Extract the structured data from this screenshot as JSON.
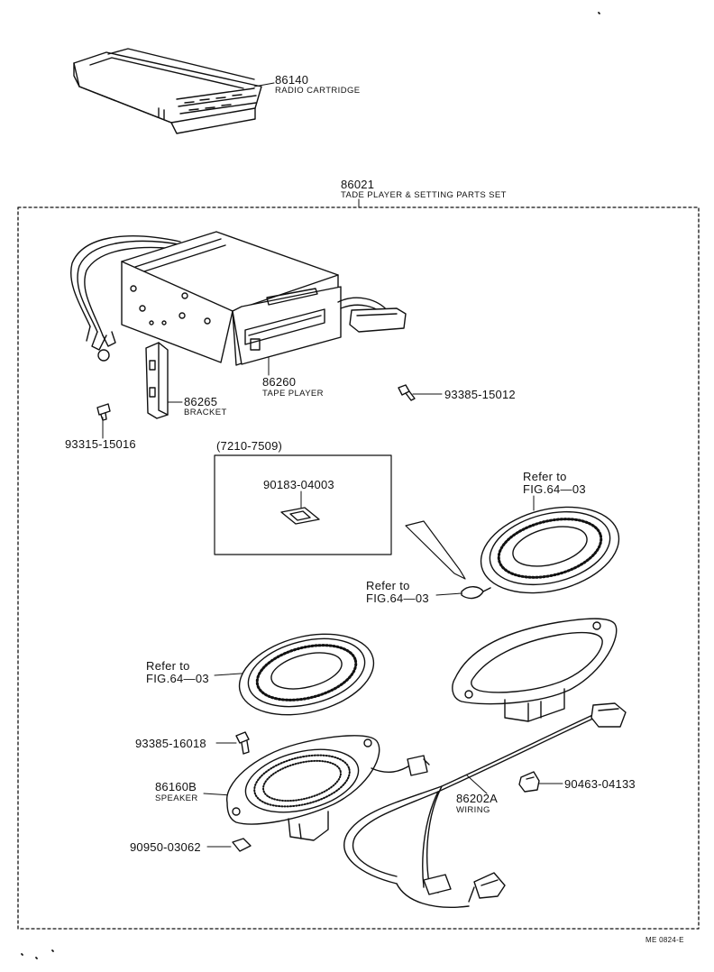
{
  "radio_cartridge": {
    "part": "86140",
    "name": "RADIO CARTRIDGE"
  },
  "set": {
    "part": "86021",
    "name": "TADE PLAYER & SETTING PARTS SET"
  },
  "tape_player": {
    "part": "86260",
    "name": "TAPE PLAYER"
  },
  "bracket": {
    "part": "86265",
    "name": "BRACKET"
  },
  "screw_a": {
    "part": "93315-15016"
  },
  "screw_b": {
    "part": "93385-15012"
  },
  "inset": {
    "period": "(7210-7509)",
    "part": "90183-04003"
  },
  "refs": [
    {
      "line1": "Refer to",
      "line2": "FIG.64—03"
    },
    {
      "line1": "Refer to",
      "line2": "FIG.64—03"
    },
    {
      "line1": "Refer to",
      "line2": "FIG.64—03"
    }
  ],
  "screw_c": {
    "part": "93385-16018"
  },
  "speaker": {
    "part": "86160B",
    "name": "SPEAKER"
  },
  "clip": {
    "part": "90463-04133"
  },
  "wiring": {
    "part": "86202A",
    "name": "WIRING"
  },
  "nut": {
    "part": "90950-03062"
  },
  "footer": {
    "code": "ME 0824-E"
  }
}
